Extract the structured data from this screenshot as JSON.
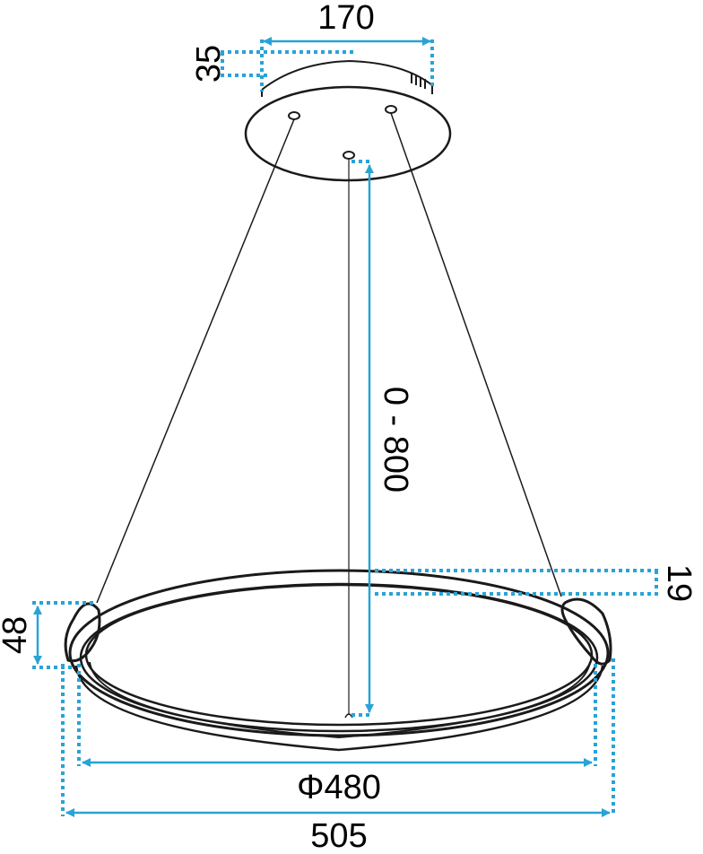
{
  "dimensions": {
    "canopy_width": "170",
    "canopy_height": "35",
    "suspension_length": "0 - 800",
    "ring_thickness": "19",
    "ring_height": "48",
    "ring_inner_diameter": "Φ480",
    "overall_width": "505"
  },
  "colors": {
    "outline": "#1a1a1a",
    "dimension": "#29a3d6"
  }
}
